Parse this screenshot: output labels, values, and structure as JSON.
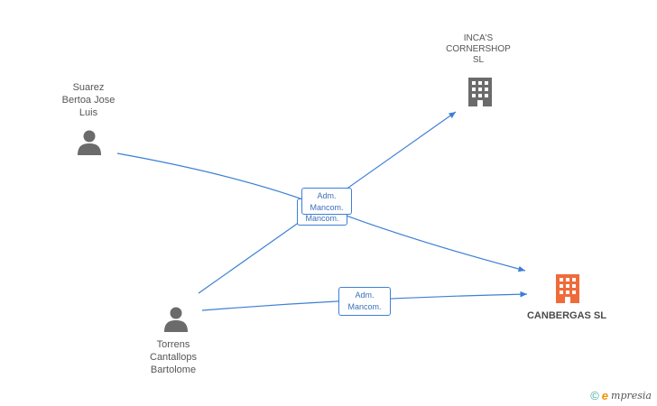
{
  "nodes": {
    "suarez": {
      "label": "Suarez\nBertoa Jose\nLuis",
      "icon": "person-icon"
    },
    "inca": {
      "label": "INCA'S\nCORNERSHOP\nSL",
      "icon": "building-icon"
    },
    "torrens": {
      "label": "Torrens\nCantallops\nBartolome",
      "icon": "person-icon"
    },
    "canbergas": {
      "label": "CANBERGAS SL",
      "icon": "building-icon"
    }
  },
  "edges": {
    "rel_label": "Adm.\nMancom."
  },
  "colors": {
    "edge": "#3d7fd6",
    "person": "#6b6b6b",
    "company": "#6b6b6b",
    "focus_company": "#f06a3a"
  },
  "footer": {
    "copyright": "©",
    "brand_e": "e",
    "brand_rest": "mpresia"
  }
}
